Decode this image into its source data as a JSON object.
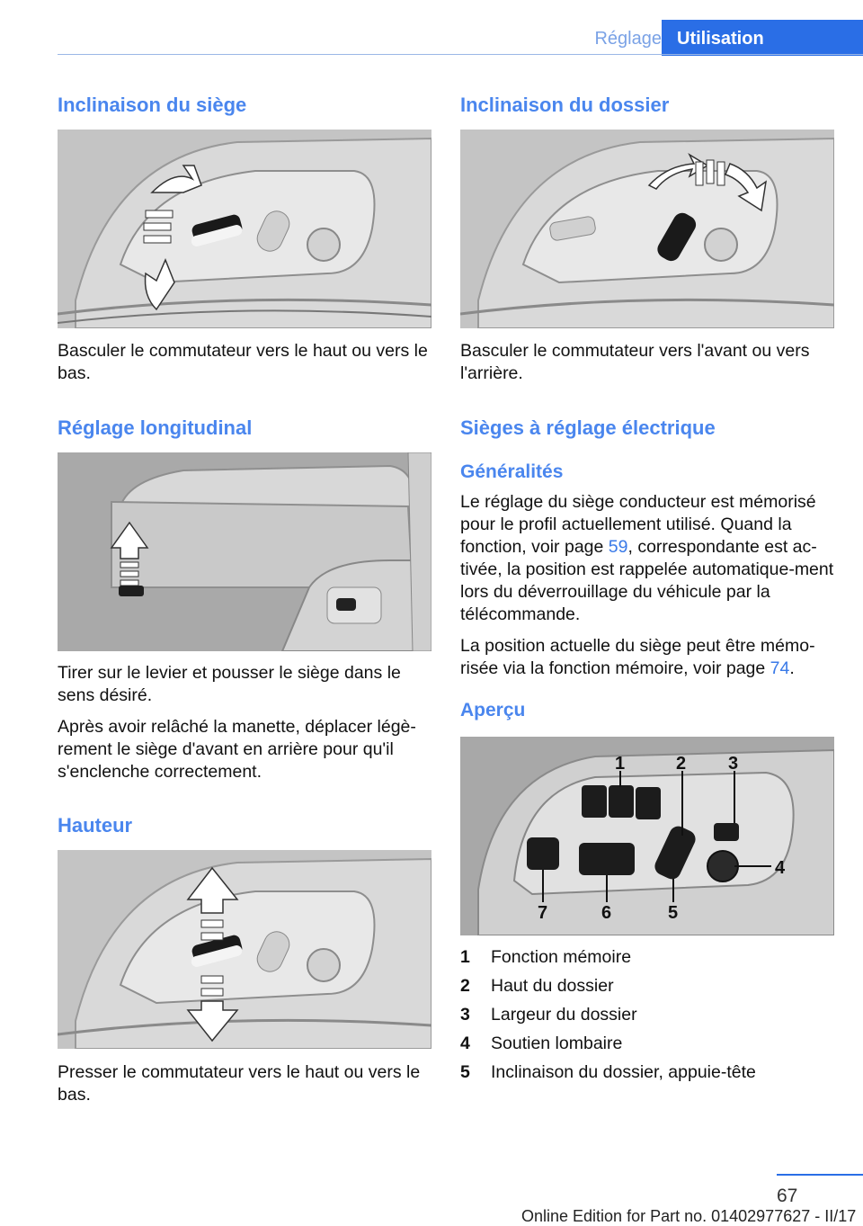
{
  "header": {
    "tab_inactive": "Réglage",
    "tab_active": "Utilisation"
  },
  "left": {
    "tilt_title": "Inclinaison du siège",
    "tilt_text": "Basculer le commutateur vers le haut ou vers le bas.",
    "long_title": "Réglage longitudinal",
    "long_text1": "Tirer sur le levier et pousser le siège dans le sens désiré.",
    "long_text2": "Après avoir relâché la manette, déplacer légè-rement le siège d'avant en arrière pour qu'il s'enclenche correctement.",
    "height_title": "Hauteur",
    "height_text": "Presser le commutateur vers le haut ou vers le bas."
  },
  "right": {
    "back_title": "Inclinaison du dossier",
    "back_text": "Basculer le commutateur vers l'avant ou vers l'arrière.",
    "elec_title": "Sièges à réglage électrique",
    "general_title": "Généralités",
    "general_p1_a": "Le réglage du siège conducteur est mémorisé pour le profil actuellement utilisé. Quand la fonction, voir page ",
    "general_p1_link": "59",
    "general_p1_b": ", correspondante est ac-tivée, la position est rappelée automatique-ment lors du déverrouillage du véhicule par la télécommande.",
    "general_p2_a": "La position actuelle du siège peut être mémo-risée via la fonction mémoire, voir page ",
    "general_p2_link": "74",
    "general_p2_b": ".",
    "overview_title": "Aperçu",
    "callouts": [
      "1",
      "2",
      "3",
      "4",
      "5",
      "6",
      "7"
    ],
    "legend": [
      {
        "num": "1",
        "text": "Fonction mémoire"
      },
      {
        "num": "2",
        "text": "Haut du dossier"
      },
      {
        "num": "3",
        "text": "Largeur du dossier"
      },
      {
        "num": "4",
        "text": "Soutien lombaire"
      },
      {
        "num": "5",
        "text": "Inclinaison du dossier, appuie-tête"
      }
    ]
  },
  "footer": {
    "page_number": "67",
    "edition_note": "Online Edition for Part no. 01402977627 - II/17"
  }
}
